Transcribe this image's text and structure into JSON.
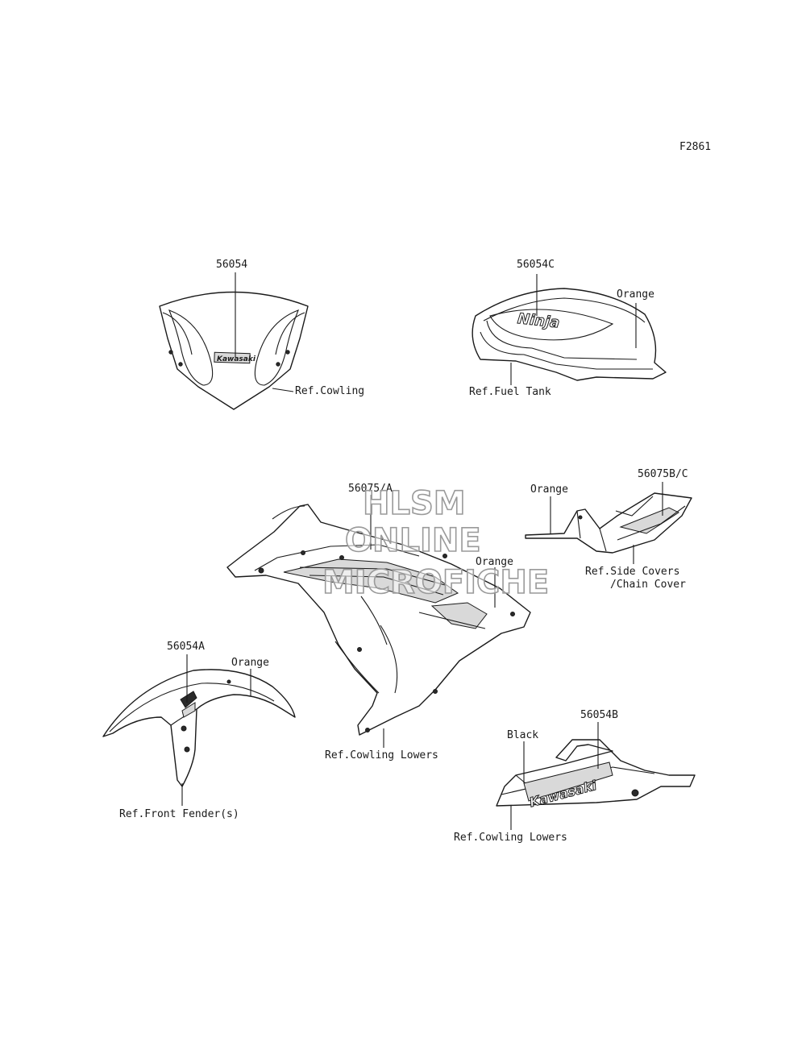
{
  "figure_code": "F2861",
  "callouts": {
    "windshield_part": "56054",
    "windshield_ref": "Ref.Cowling",
    "tank_part": "56054C",
    "tank_color": "Orange",
    "tank_ref": "Ref.Fuel Tank",
    "cowl_part": "56075/A",
    "cowl_color": "Orange",
    "cowl_ref": "Ref.Cowling Lowers",
    "side_part": "56075B/C",
    "side_color": "Orange",
    "side_ref_line1": "Ref.Side Covers",
    "side_ref_line2": "/Chain Cover",
    "fender_part": "56054A",
    "fender_color": "Orange",
    "fender_ref": "Ref.Front Fender(s)",
    "lower_part": "56054B",
    "lower_color": "Black",
    "lower_ref": "Ref.Cowling Lowers"
  },
  "decals": {
    "windshield_logo": "Kawasaki",
    "tank_logo": "Ninja",
    "lower_logo": "Kawasaki"
  },
  "watermark": {
    "line1": "HLSM",
    "line2": "ONLINE",
    "line3": "MICROFICHE"
  }
}
